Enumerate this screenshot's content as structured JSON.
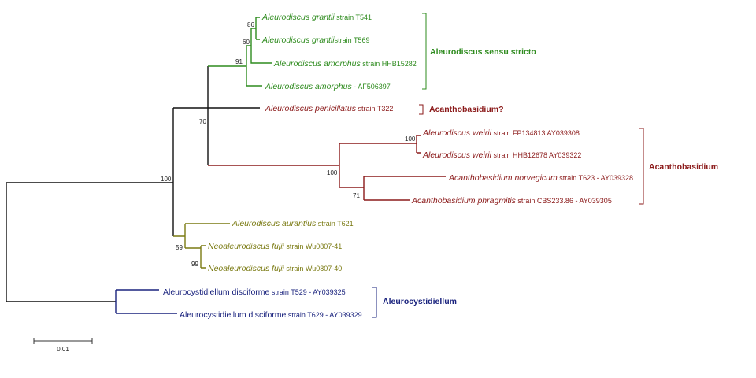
{
  "colors": {
    "green": "#2e8b1e",
    "red": "#8b1a1a",
    "olive": "#7a7a12",
    "navy": "#1a237e",
    "black": "#111111"
  },
  "taxa": [
    {
      "species": "Aleurodiscus grantii",
      "info": " strain T541",
      "color": "green"
    },
    {
      "species": "Aleurodiscus grantii",
      "info": "strain T569",
      "color": "green"
    },
    {
      "species": "Aleurodiscus amorphus",
      "info": " strain HHB15282",
      "color": "green"
    },
    {
      "species": "Aleurodiscus amorphus",
      "info": " - AF506397",
      "color": "green"
    },
    {
      "species": "Aleurodiscus penicillatus",
      "info": " strain T322",
      "color": "red"
    },
    {
      "species": "Aleurodiscus weirii",
      "info": " strain FP134813 AY039308",
      "color": "red"
    },
    {
      "species": "Aleurodiscus weirii",
      "info": " strain HHB12678 AY039322",
      "color": "red"
    },
    {
      "species": "Acanthobasidium norvegicum",
      "info": " strain T623 - AY039328",
      "color": "red"
    },
    {
      "species": "Acanthobasidium phragmitis",
      "info": " strain CBS233.86 - AY039305",
      "color": "red"
    },
    {
      "species": "Aleurodiscus aurantius",
      "info": " strain T621",
      "color": "olive"
    },
    {
      "species": "Neoaleurodiscus fujii",
      "info": " strain Wu0807-41",
      "color": "olive"
    },
    {
      "species": "Neoaleurodiscus fujii",
      "info": " strain Wu0807-40",
      "color": "olive"
    },
    {
      "species": "Aleurocystidiellum disciforme",
      "info": " strain T529 - AY039325",
      "color": "navy",
      "upright": true
    },
    {
      "species": "Aleurocystidiellum disciforme",
      "info": " strain T629 - AY039329",
      "color": "navy",
      "upright": true
    }
  ],
  "bootstrap": [
    "86",
    "60",
    "91",
    "70",
    "100",
    "100",
    "71",
    "100",
    "59",
    "99"
  ],
  "clades": [
    {
      "label": "Aleurodiscus sensu stricto",
      "color": "green"
    },
    {
      "label": "Acanthobasidium?",
      "color": "red"
    },
    {
      "label": "Acanthobasidium",
      "color": "red"
    },
    {
      "label": "Aleurocystidiellum",
      "color": "navy"
    }
  ],
  "scale_bar": {
    "label": "0.01"
  }
}
